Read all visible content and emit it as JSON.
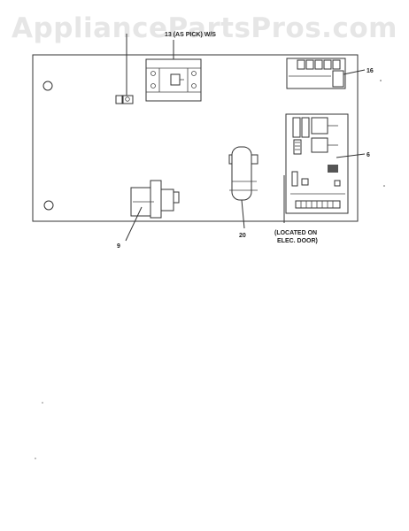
{
  "watermark": "AppliancePartsPros.com",
  "labels": {
    "top_relay": "13 (AS PICK) W/S",
    "part_16": "16",
    "part_6": "6",
    "part_20": "20",
    "part_9": "9",
    "location_line1": "(LOCATED ON",
    "location_line2": "ELEC. DOOR)"
  }
}
